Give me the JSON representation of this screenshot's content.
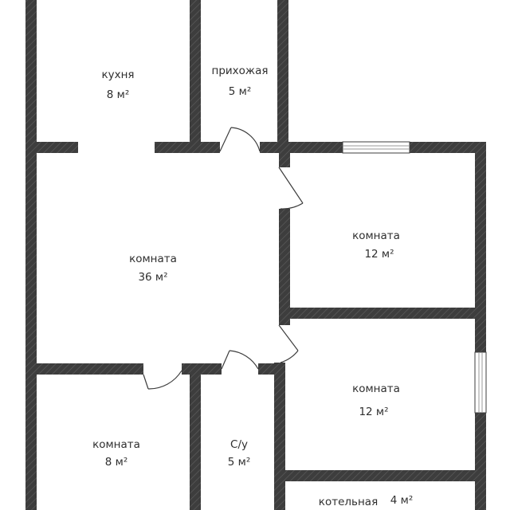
{
  "plan": {
    "rooms": [
      {
        "id": "kitchen",
        "name": "кухня",
        "area": "8 м²"
      },
      {
        "id": "hallway",
        "name": "прихожая",
        "area": "5 м²"
      },
      {
        "id": "room-large",
        "name": "комната",
        "area": "36 м²"
      },
      {
        "id": "room-right-top",
        "name": "комната",
        "area": "12 м²"
      },
      {
        "id": "room-right-mid",
        "name": "комната",
        "area": "12 м²"
      },
      {
        "id": "room-bottom-left",
        "name": "комната",
        "area": "8 м²"
      },
      {
        "id": "bathroom",
        "name": "С/у",
        "area": "5 м²"
      },
      {
        "id": "boiler-room",
        "name": "котельная",
        "area": "4 м²"
      }
    ],
    "colors": {
      "wall": "#3d3d3d",
      "hatch": "#5a5a5a",
      "door": "#3d3d3d",
      "window": "#9a9a9a",
      "text": "#2f2f2f"
    }
  }
}
